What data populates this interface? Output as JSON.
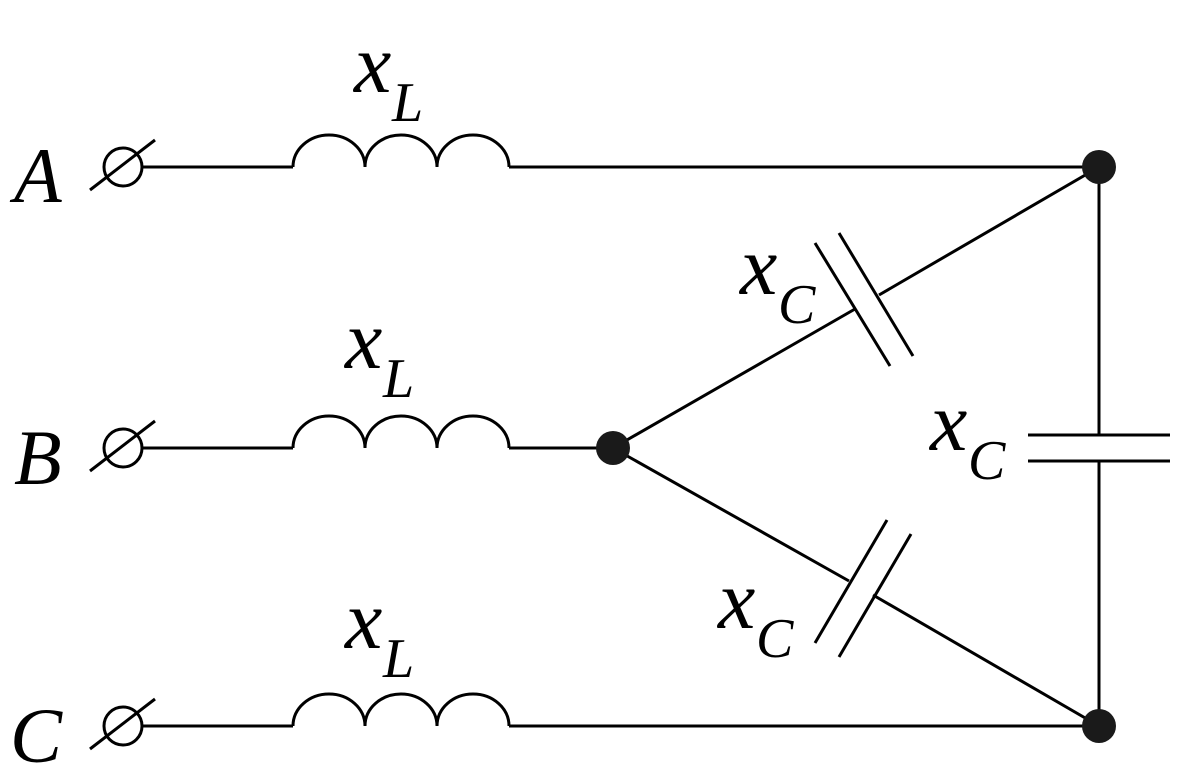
{
  "terminals": {
    "a": "A",
    "b": "B",
    "c": "C"
  },
  "inductors": {
    "a": {
      "symbol": "x",
      "sub": "L"
    },
    "b": {
      "symbol": "x",
      "sub": "L"
    },
    "c": {
      "symbol": "x",
      "sub": "L"
    }
  },
  "capacitors": {
    "upper": {
      "symbol": "x",
      "sub": "C"
    },
    "right": {
      "symbol": "x",
      "sub": "C"
    },
    "lower": {
      "symbol": "x",
      "sub": "C"
    }
  }
}
